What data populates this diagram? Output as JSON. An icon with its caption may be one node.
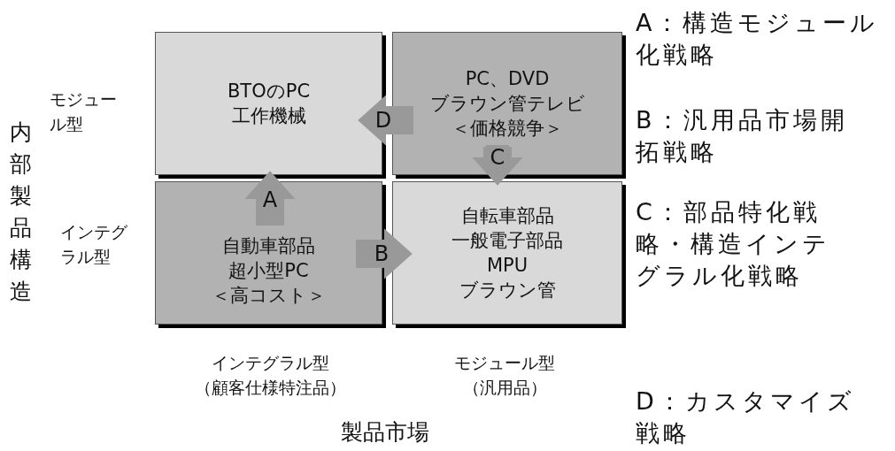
{
  "diagram": {
    "nodes": [
      {
        "text": [
          "BTOのPC",
          "工作機械"
        ]
      },
      {
        "text": [
          "PC、DVD",
          "ブラウン管テレビ",
          "＜価格競争＞"
        ]
      },
      {
        "text": [
          "自動車部品",
          "超小型PC",
          "＜高コスト＞"
        ]
      },
      {
        "text": [
          "自転車部品",
          "一般電子部品",
          "MPU",
          "ブラウン管"
        ]
      }
    ],
    "edges": [
      {
        "from": 2,
        "to": 0,
        "arrow": "to",
        "label": "A"
      },
      {
        "from": 2,
        "to": 3,
        "arrow": "to",
        "label": "B"
      },
      {
        "from": 1,
        "to": 3,
        "arrow": "to",
        "label": "C"
      },
      {
        "from": 1,
        "to": 0,
        "arrow": "to",
        "label": "D"
      }
    ],
    "labels": [
      "A：構造モジュール化戦略",
      "モジュール型",
      "内部製品構造",
      "B：汎用品市場開拓戦略",
      "インテグラル型",
      "C：部品特化戦略・構造インテグラル化戦略",
      "インテグラル型",
      "（顧客仕様特注品）",
      "モジュール型",
      "（汎用品）",
      "D：カスタマイズ戦略",
      "製品市場"
    ]
  }
}
